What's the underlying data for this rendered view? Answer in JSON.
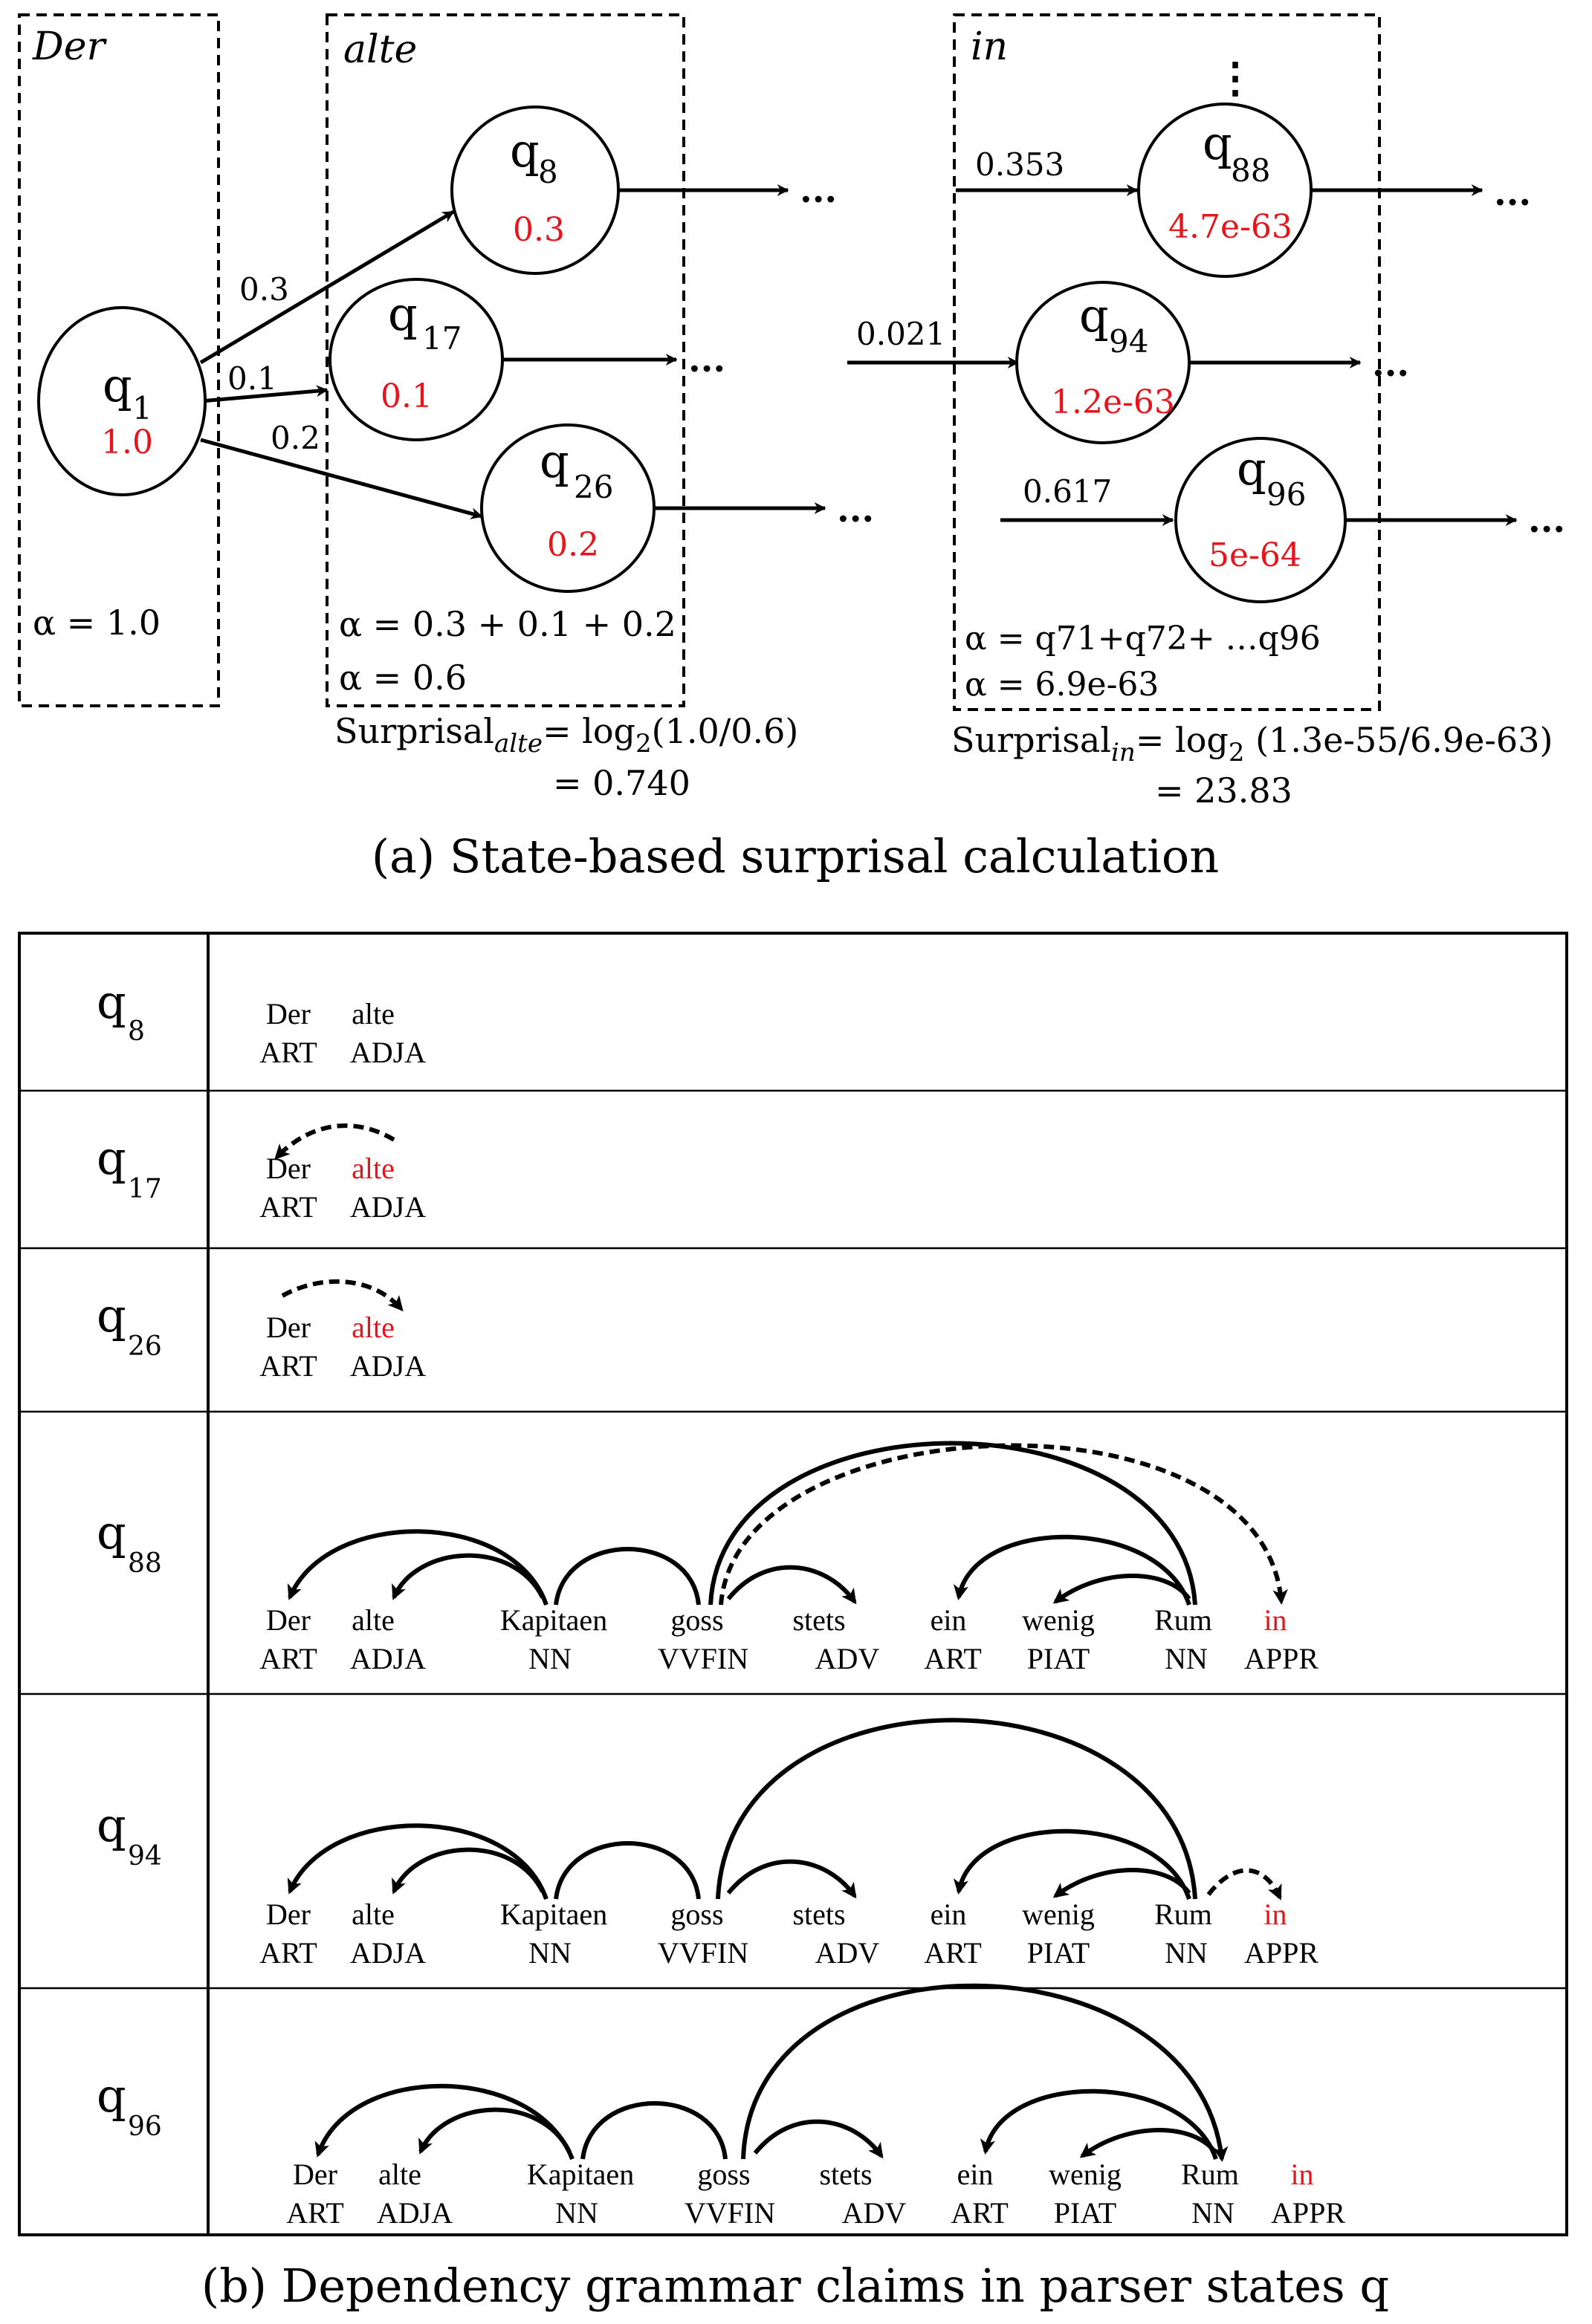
{
  "panel_a": {
    "caption": "(a)  State-based surprisal calculation",
    "boxes": {
      "der": {
        "label": "Der",
        "alpha": "α = 1.0"
      },
      "alte": {
        "label": "alte",
        "alpha_line1": "α = 0.3 + 0.1 + 0.2",
        "alpha_line2": "α = 0.6"
      },
      "in": {
        "label": "in",
        "alpha_line1": "α = q71+q72+ …q96",
        "alpha_line2": "α = 6.9e-63"
      }
    },
    "nodes": {
      "q1": {
        "name": "q",
        "sub": "1",
        "value": "1.0"
      },
      "q8": {
        "name": "q",
        "sub": "8",
        "value": "0.3"
      },
      "q17": {
        "name": "q",
        "sub": "17",
        "value": "0.1"
      },
      "q26": {
        "name": "q",
        "sub": "26",
        "value": "0.2"
      },
      "q88": {
        "name": "q",
        "sub": "88",
        "value": "4.7e-63"
      },
      "q94": {
        "name": "q",
        "sub": "94",
        "value": "1.2e-63"
      },
      "q96": {
        "name": "q",
        "sub": "96",
        "value": "5e-64"
      }
    },
    "edge_labels": {
      "e1": "0.3",
      "e2": "0.1",
      "e3": "0.2",
      "e4": "0.353",
      "e5": "0.021",
      "e6": "0.617"
    },
    "ellipsis": "...",
    "vdots": "⋮",
    "surprisal_alte": {
      "word": "Surprisal",
      "sub": "alte",
      "eq": "= log",
      "log_sub": "2",
      "args": "(1.0/0.6)",
      "result": "=  0.740"
    },
    "surprisal_in": {
      "word": "Surprisal",
      "sub": "in",
      "eq": "= log",
      "log_sub": "2",
      "args": " (1.3e-55/6.9e-63)",
      "result": "=  23.83"
    }
  },
  "panel_b": {
    "caption": "(b)  Dependency grammar claims in parser states q",
    "rows": [
      {
        "q": "q",
        "sub": "8",
        "words": [
          "Der",
          "alte"
        ],
        "tags": [
          "ART",
          "ADJA"
        ]
      },
      {
        "q": "q",
        "sub": "17",
        "words": [
          "Der",
          "alte"
        ],
        "tags": [
          "ART",
          "ADJA"
        ]
      },
      {
        "q": "q",
        "sub": "26",
        "words": [
          "Der",
          "alte"
        ],
        "tags": [
          "ART",
          "ADJA"
        ]
      },
      {
        "q": "q",
        "sub": "88",
        "words": [
          "Der",
          "alte",
          "Kapitaen",
          "goss",
          "stets",
          "ein",
          "wenig",
          "Rum",
          "in"
        ],
        "tags": [
          "ART",
          "ADJA",
          "NN",
          "VVFIN",
          "ADV",
          "ART",
          "PIAT",
          "NN",
          "APPR"
        ]
      },
      {
        "q": "q",
        "sub": "94",
        "words": [
          "Der",
          "alte",
          "Kapitaen",
          "goss",
          "stets",
          "ein",
          "wenig",
          "Rum",
          "in"
        ],
        "tags": [
          "ART",
          "ADJA",
          "NN",
          "VVFIN",
          "ADV",
          "ART",
          "PIAT",
          "NN",
          "APPR"
        ]
      },
      {
        "q": "q",
        "sub": "96",
        "words": [
          "Der",
          "alte",
          "Kapitaen",
          "goss",
          "stets",
          "ein",
          "wenig",
          "Rum",
          "in"
        ],
        "tags": [
          "ART",
          "ADJA",
          "NN",
          "VVFIN",
          "ADV",
          "ART",
          "PIAT",
          "NN",
          "APPR"
        ]
      }
    ]
  }
}
